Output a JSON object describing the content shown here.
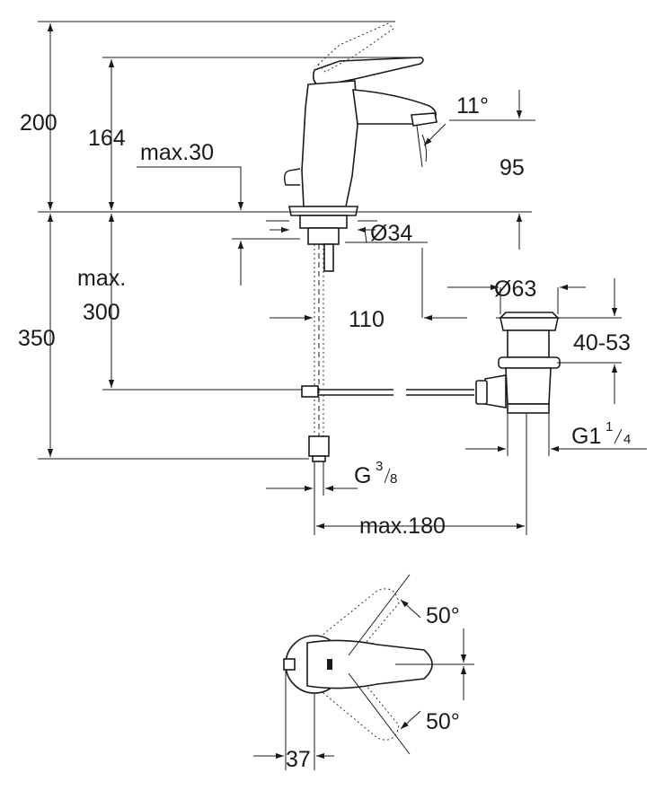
{
  "side_view": {
    "dimensions": {
      "total_height": "200",
      "spout_height": "164",
      "max_thickness": "max.30",
      "spout_angle": "11°",
      "spout_clearance": "95",
      "hole_diameter": "Ø34",
      "max_hose_label": "max.",
      "max_hose_value": "300",
      "overall_below": "350",
      "waste_offset": "110",
      "waste_diameter": "Ø63",
      "waste_range": "40-53",
      "waste_thread_main": "G1",
      "waste_thread_num": "1",
      "waste_thread_den": "4",
      "hose_thread_main": "G",
      "hose_thread_num": "3",
      "hose_thread_den": "8",
      "max_reach": "max.180"
    }
  },
  "top_view": {
    "dimensions": {
      "rotation_upper": "50°",
      "rotation_lower": "50°",
      "body_offset": "37"
    }
  },
  "colors": {
    "ink": "#1a1a1a",
    "background": "#ffffff"
  }
}
